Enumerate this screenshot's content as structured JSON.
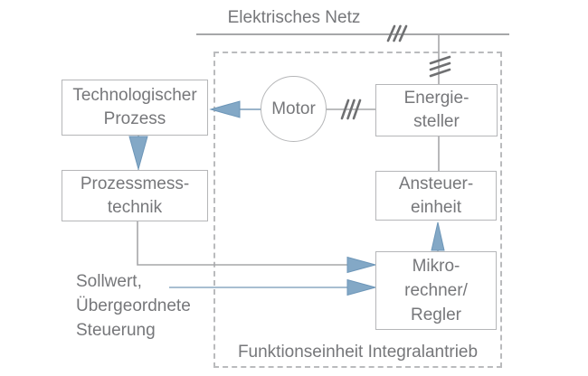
{
  "diagram": {
    "grid_label": "Elektrisches Netz",
    "unit_label": "Funktionseinheit Integralantrieb",
    "external_input_label": "Sollwert,\nÜbergeordnete\nSteuerung",
    "nodes": {
      "technologischer_prozess": "Technologischer\nProzess",
      "prozessmesstechnik": "Prozessmess-\ntechnik",
      "motor": "Motor",
      "energiesteller": "Energie-\nsteller",
      "ansteuereinheit": "Ansteuer-\neinheit",
      "mikrorechner_regler": "Mikro-\nrechner/\nRegler"
    },
    "markers": {
      "three_phase_symbol": "///"
    },
    "colors": {
      "arrow_blue_fill": "#83a8c6",
      "arrow_blue_stroke": "#6d96b8",
      "wire_gray": "#a6a7a9",
      "wire_blue": "#8ca9c2",
      "box_border": "#b5b6b8",
      "dashed_border": "#babbbd",
      "slash_gray": "#6f7072",
      "text_gray": "#76777a",
      "background": "#ffffff"
    }
  }
}
